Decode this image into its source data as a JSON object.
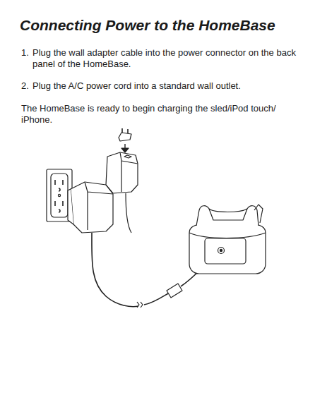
{
  "diagram": {
    "title": "Connecting Power to the HomeBase",
    "labels": [
      "1.",
      "Plug the wall adapter cable into the power connector on the back panel of the HomeBase.",
      "2.",
      "Plug the A/C power cord into a standard wall outlet.",
      "The HomeBase is ready to begin charging the sled/iPod touch/ iPhone."
    ]
  }
}
